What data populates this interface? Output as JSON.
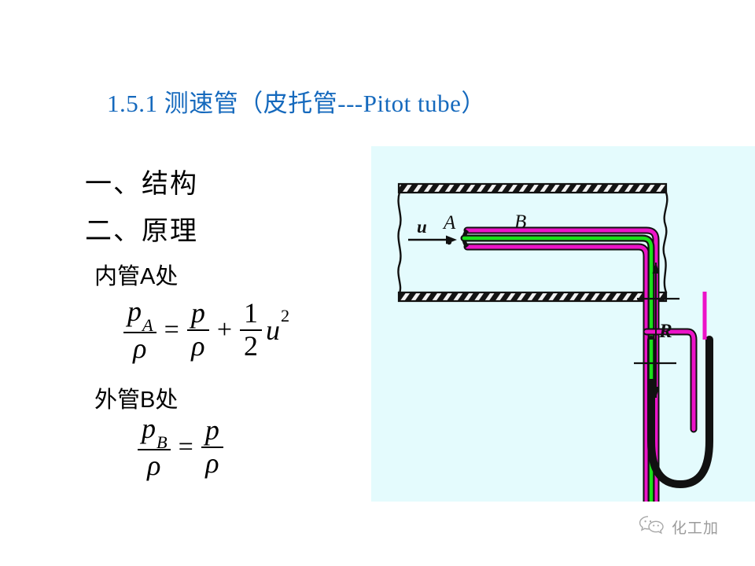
{
  "slide": {
    "title": "1.5.1 测速管（皮托管---Pitot tube）",
    "title_color": "#1569bd",
    "background": "#ffffff"
  },
  "outline": {
    "items": [
      {
        "label": "一、结构"
      },
      {
        "label": "二、原理"
      }
    ],
    "sub_headings": [
      {
        "label": "内管A处"
      },
      {
        "label": "外管B处"
      }
    ]
  },
  "formulas": [
    {
      "name": "inner-tube-point-a",
      "lhs_num": "p",
      "lhs_sub": "A",
      "lhs_den": "ρ",
      "equals": "=",
      "rhs1_num": "p",
      "rhs1_den": "ρ",
      "plus": "+",
      "rhs2_num": "1",
      "rhs2_den": "2",
      "rhs2_var": "u",
      "rhs2_pow": "2"
    },
    {
      "name": "outer-tube-point-b",
      "lhs_num": "p",
      "lhs_sub": "B",
      "lhs_den": "ρ",
      "equals": "=",
      "rhs1_num": "p",
      "rhs1_den": "ρ"
    }
  ],
  "figure": {
    "name": "pitot-tube-diagram",
    "background": "#e4fbfd",
    "labels": {
      "velocity": "u",
      "point_a": "A",
      "point_b": "B",
      "manometer_reading": "R"
    },
    "colors": {
      "pipe_wall": "#111111",
      "tube_outer": "#ec13c8",
      "tube_inner": "#1ae01a",
      "manometer": "#000000",
      "panel_bg": "#e4fbfd"
    }
  },
  "watermark": {
    "icon": "wechat-icon",
    "text": "化工加",
    "color": "#9b9b9b"
  }
}
